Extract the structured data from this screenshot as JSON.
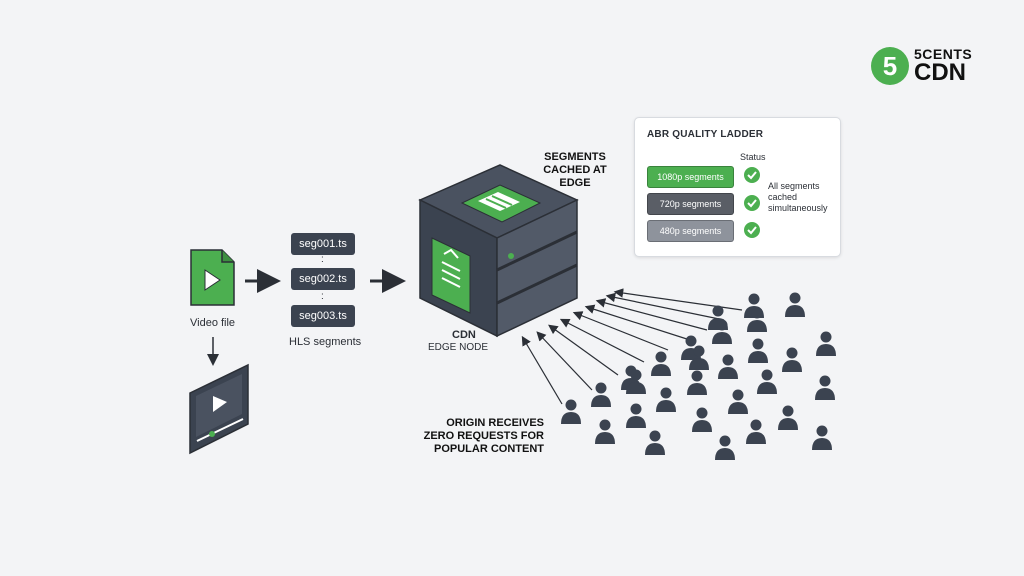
{
  "brand": {
    "logo_numeral": "5",
    "logo_line1": "5CENTS",
    "logo_line2": "CDN",
    "logo_color": "#4caf50"
  },
  "colors": {
    "green": "#4caf50",
    "dark": "#3b4350",
    "ink": "#2b2f36"
  },
  "video": {
    "label": "Video file"
  },
  "segments": {
    "items": [
      "seg001.ts",
      "seg002.ts",
      "seg003.ts"
    ],
    "separator": ":",
    "label": "HLS segments"
  },
  "cdn": {
    "label": "CDN",
    "sublabel": "EDGE NODE",
    "top_caption": "SEGMENTS CACHED AT EDGE"
  },
  "origin": {
    "caption": "ORIGIN RECEIVES ZERO REQUESTS FOR POPULAR CONTENT"
  },
  "abr": {
    "title": "ABR QUALITY LADDER",
    "status_header": "Status",
    "rows": [
      {
        "label": "1080p segments",
        "bg": "#4caf50",
        "fg": "#ffffff"
      },
      {
        "label": "720p segments",
        "bg": "#5a5e66",
        "fg": "#ffffff"
      },
      {
        "label": "480p segments",
        "bg": "#8e939c",
        "fg": "#ffffff"
      }
    ],
    "note": "All segments cached simultaneously"
  },
  "icons": [
    "play-file-icon",
    "video-player-icon",
    "server-stack-icon",
    "check-icon",
    "person-icon",
    "arrow-icon"
  ]
}
